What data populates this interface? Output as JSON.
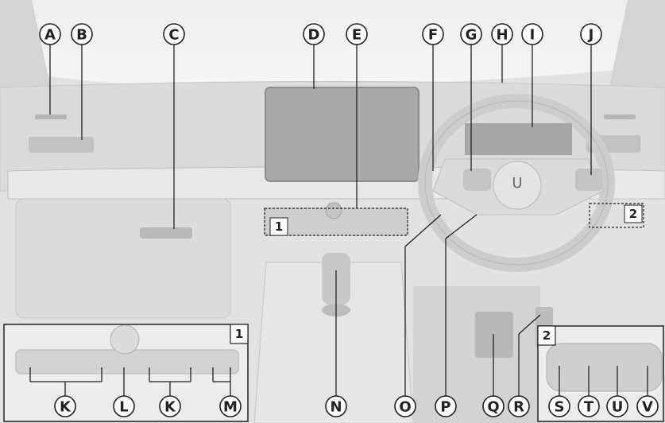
{
  "image": {
    "callouts": [
      "A",
      "B",
      "C",
      "D",
      "E",
      "F",
      "G",
      "H",
      "I",
      "J",
      "K",
      "L",
      "K",
      "M",
      "N",
      "O",
      "P",
      "Q",
      "R",
      "S",
      "T",
      "U",
      "V"
    ],
    "inset_labels": [
      "1",
      "2"
    ],
    "region_labels": [
      "1",
      "2"
    ]
  },
  "colors": {
    "background": "#e6e7e5",
    "dash": "#d9dad8",
    "screen": "#a7a8a6",
    "inset_border": "#222222"
  }
}
